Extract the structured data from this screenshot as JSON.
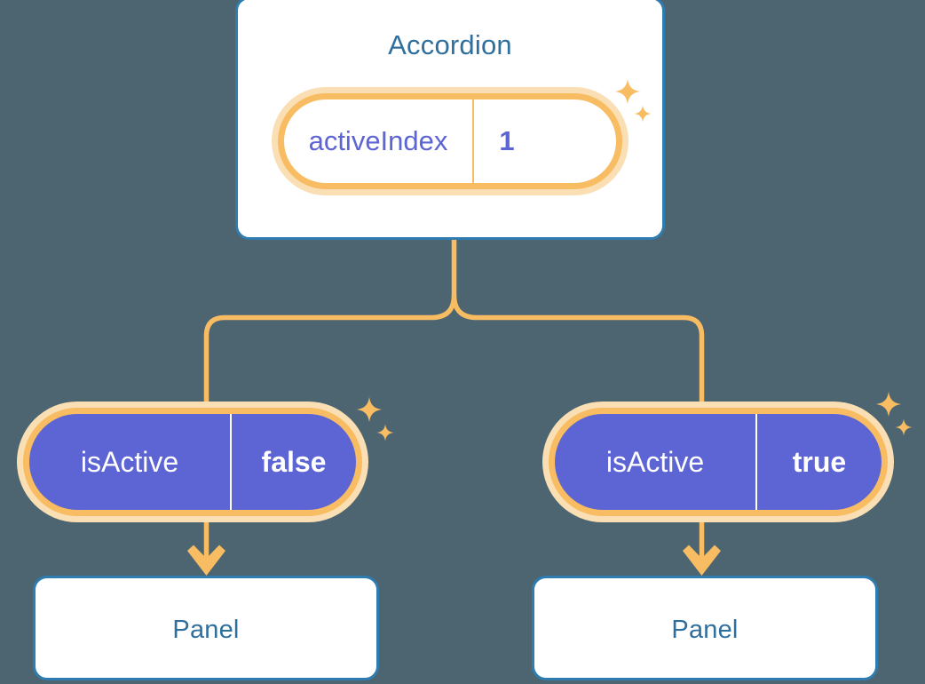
{
  "diagram": {
    "type": "component-state-tree",
    "background_color": "#4c6571",
    "accent_orange": "#f8bc62",
    "halo_orange": "#fbdfb4",
    "purple": "#5d64d4",
    "blue": "#2f7cb0",
    "title_blue": "#2e6f9e"
  },
  "root": {
    "title": "Accordion",
    "state": {
      "key": "activeIndex",
      "value": "1"
    },
    "sparkle_large": "sparkle-icon",
    "sparkle_small": "sparkle-icon"
  },
  "children": [
    {
      "state": {
        "key": "isActive",
        "value": "false"
      },
      "panel": {
        "title": "Panel"
      },
      "sparkle_large": "sparkle-icon",
      "sparkle_small": "sparkle-icon"
    },
    {
      "state": {
        "key": "isActive",
        "value": "true"
      },
      "panel": {
        "title": "Panel"
      },
      "sparkle_large": "sparkle-icon",
      "sparkle_small": "sparkle-icon"
    }
  ]
}
